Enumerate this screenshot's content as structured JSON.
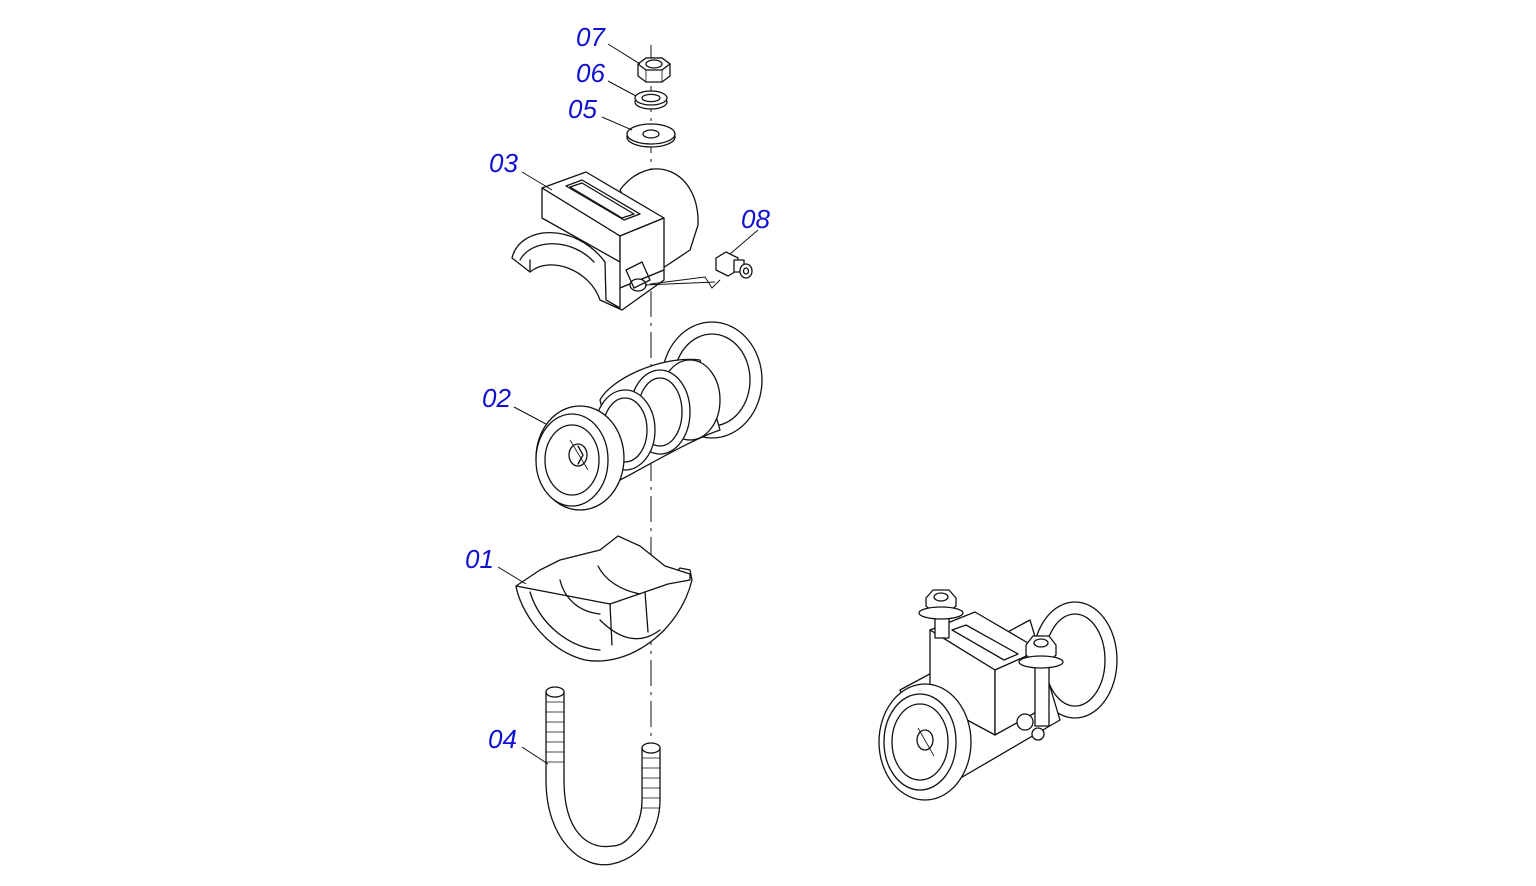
{
  "callouts": {
    "p01": "01",
    "p02": "02",
    "p03": "03",
    "p04": "04",
    "p05": "05",
    "p06": "06",
    "p07": "07",
    "p08": "08"
  },
  "colors": {
    "callout_text": "#1010d0",
    "line_art": "#111111",
    "background": "#ffffff"
  }
}
